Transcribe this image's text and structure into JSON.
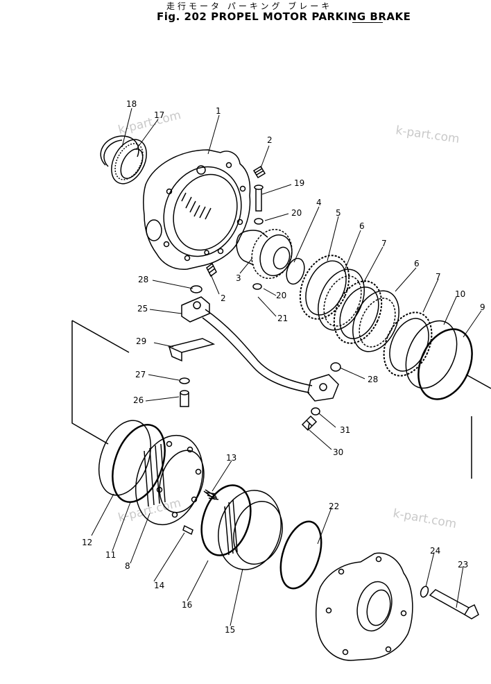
{
  "title": {
    "japanese": "走行モータ パーキング ブレーキ",
    "english": "Fig. 202 PROPEL MOTOR PARKING BRAKE"
  },
  "watermark": "k-part.com",
  "callouts": [
    {
      "id": "1",
      "label": "1"
    },
    {
      "id": "2a",
      "label": "2"
    },
    {
      "id": "2b",
      "label": "2"
    },
    {
      "id": "3",
      "label": "3"
    },
    {
      "id": "4",
      "label": "4"
    },
    {
      "id": "5",
      "label": "5"
    },
    {
      "id": "6a",
      "label": "6"
    },
    {
      "id": "6b",
      "label": "6"
    },
    {
      "id": "7a",
      "label": "7"
    },
    {
      "id": "7b",
      "label": "7"
    },
    {
      "id": "8",
      "label": "8"
    },
    {
      "id": "9",
      "label": "9"
    },
    {
      "id": "10",
      "label": "10"
    },
    {
      "id": "11",
      "label": "11"
    },
    {
      "id": "12",
      "label": "12"
    },
    {
      "id": "13",
      "label": "13"
    },
    {
      "id": "14",
      "label": "14"
    },
    {
      "id": "15",
      "label": "15"
    },
    {
      "id": "16",
      "label": "16"
    },
    {
      "id": "17",
      "label": "17"
    },
    {
      "id": "18",
      "label": "18"
    },
    {
      "id": "19",
      "label": "19"
    },
    {
      "id": "20a",
      "label": "20"
    },
    {
      "id": "20b",
      "label": "20"
    },
    {
      "id": "21",
      "label": "21"
    },
    {
      "id": "22",
      "label": "22"
    },
    {
      "id": "23",
      "label": "23"
    },
    {
      "id": "24",
      "label": "24"
    },
    {
      "id": "25",
      "label": "25"
    },
    {
      "id": "26",
      "label": "26"
    },
    {
      "id": "27",
      "label": "27"
    },
    {
      "id": "28a",
      "label": "28"
    },
    {
      "id": "28b",
      "label": "28"
    },
    {
      "id": "29",
      "label": "29"
    },
    {
      "id": "30",
      "label": "30"
    },
    {
      "id": "31",
      "label": "31"
    }
  ]
}
